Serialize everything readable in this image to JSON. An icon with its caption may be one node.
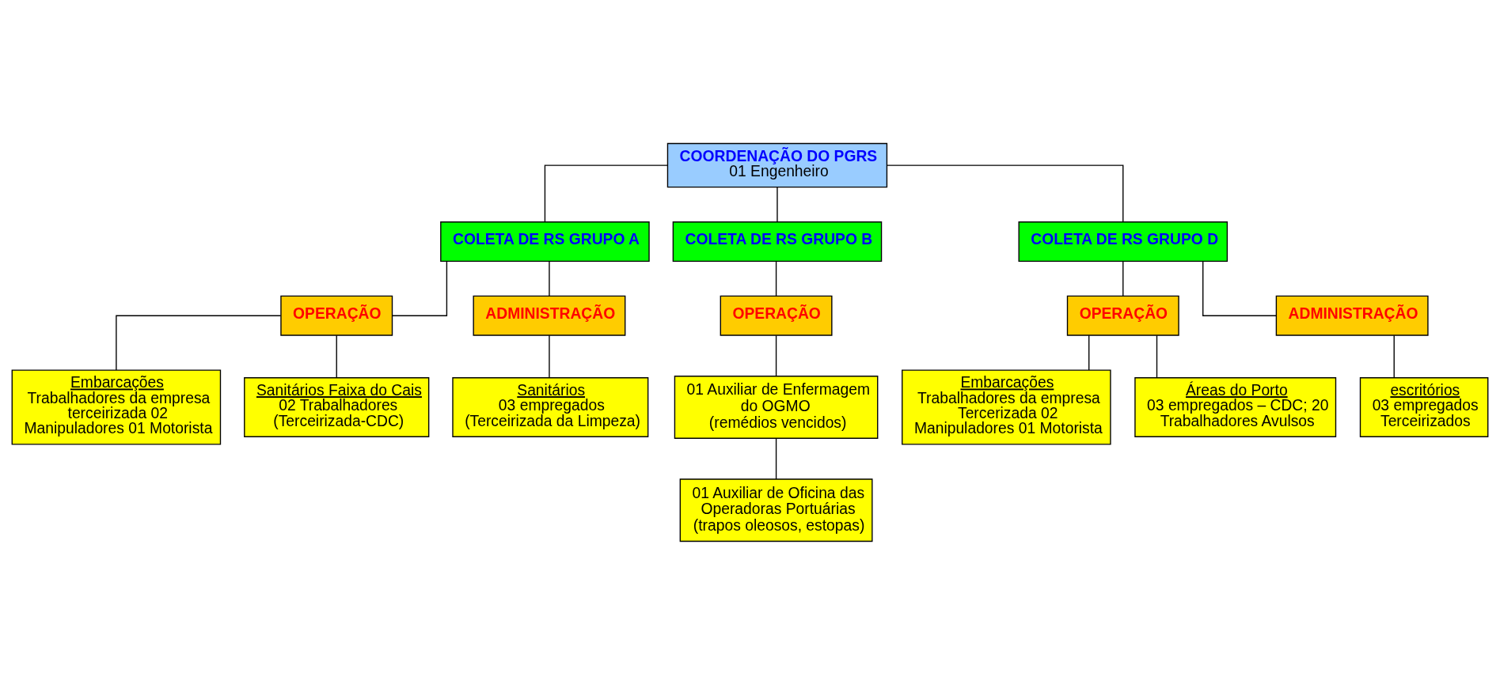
{
  "diagram": {
    "nodes": [
      {
        "text": [
          "COORDENAÇÃO DO PGRS",
          "01 Engenheiro"
        ]
      },
      {
        "text": [
          "COLETA DE RS GRUPO A"
        ]
      },
      {
        "text": [
          "COLETA DE RS GRUPO B"
        ]
      },
      {
        "text": [
          "COLETA DE RS GRUPO D"
        ]
      },
      {
        "text": [
          "OPERAÇÃO"
        ]
      },
      {
        "text": [
          "ADMINISTRAÇÃO"
        ]
      },
      {
        "text": [
          "Embarcações",
          "Trabalhadores da empresa terceirizada 02 Manipuladores 01 Motorista"
        ]
      },
      {
        "text": [
          "Sanitários Faixa do Cais",
          "02 Trabalhadores (Terceirizada-CDC)"
        ]
      },
      {
        "text": [
          "Sanitários",
          "03 empregados (Terceirizada da Limpeza)"
        ]
      },
      {
        "text": [
          "OPERAÇÃO"
        ]
      },
      {
        "text": [
          "01 Auxiliar de Enfermagem do OGMO",
          "(remédios vencidos)"
        ]
      },
      {
        "text": [
          "01 Auxiliar de Oficina das Operadoras Portuárias",
          "(trapos oleosos, estopas)"
        ]
      },
      {
        "text": [
          "OPERAÇÃO"
        ]
      },
      {
        "text": [
          "ADMINISTRAÇÃO"
        ]
      },
      {
        "text": [
          "Embarcações",
          "Trabalhadores da empresa Tercerizada 02 Manipuladores 01 Motorista"
        ]
      },
      {
        "text": [
          "Áreas do Porto",
          "03 empregados – CDC; 20 Trabalhadores Avulsos"
        ]
      },
      {
        "text": [
          "escritórios",
          "03 empregados Terceirizados"
        ]
      }
    ],
    "edges": [
      {
        "from": 0,
        "to": 1,
        "arrow": "none"
      },
      {
        "from": 0,
        "to": 2,
        "arrow": "none"
      },
      {
        "from": 0,
        "to": 3,
        "arrow": "none"
      },
      {
        "from": 1,
        "to": 4,
        "arrow": "none"
      },
      {
        "from": 1,
        "to": 5,
        "arrow": "none"
      },
      {
        "from": 4,
        "to": 6,
        "arrow": "none"
      },
      {
        "from": 4,
        "to": 7,
        "arrow": "none"
      },
      {
        "from": 5,
        "to": 8,
        "arrow": "none"
      },
      {
        "from": 2,
        "to": 9,
        "arrow": "none"
      },
      {
        "from": 9,
        "to": 10,
        "arrow": "none"
      },
      {
        "from": 10,
        "to": 11,
        "arrow": "none"
      },
      {
        "from": 3,
        "to": 12,
        "arrow": "none"
      },
      {
        "from": 3,
        "to": 13,
        "arrow": "none"
      },
      {
        "from": 12,
        "to": 14,
        "arrow": "none"
      },
      {
        "from": 12,
        "to": 15,
        "arrow": "none"
      },
      {
        "from": 13,
        "to": 16,
        "arrow": "none"
      }
    ]
  }
}
